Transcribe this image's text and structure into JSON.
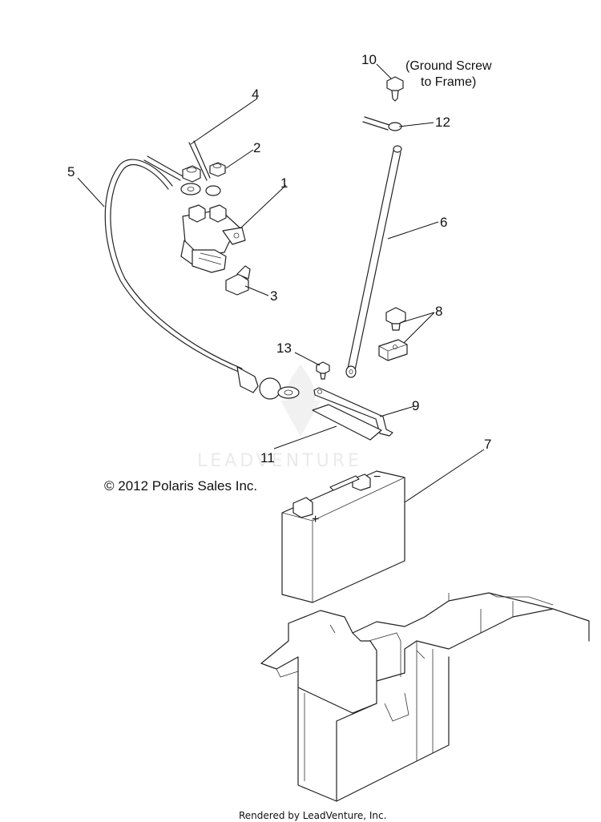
{
  "callouts": {
    "c1": "1",
    "c2": "2",
    "c3": "3",
    "c4": "4",
    "c5": "5",
    "c6": "6",
    "c7": "7",
    "c8": "8",
    "c9": "9",
    "c10": "10",
    "c11": "11",
    "c12": "12",
    "c13": "13"
  },
  "note": {
    "line1": "(Ground Screw",
    "line2": "to Frame)"
  },
  "copyright": "© 2012 Polaris Sales Inc.",
  "watermark": "LEADVENTURE",
  "footer": "Rendered by LeadVenture, Inc.",
  "battery_marks": {
    "plus": "+",
    "minus": "−"
  }
}
